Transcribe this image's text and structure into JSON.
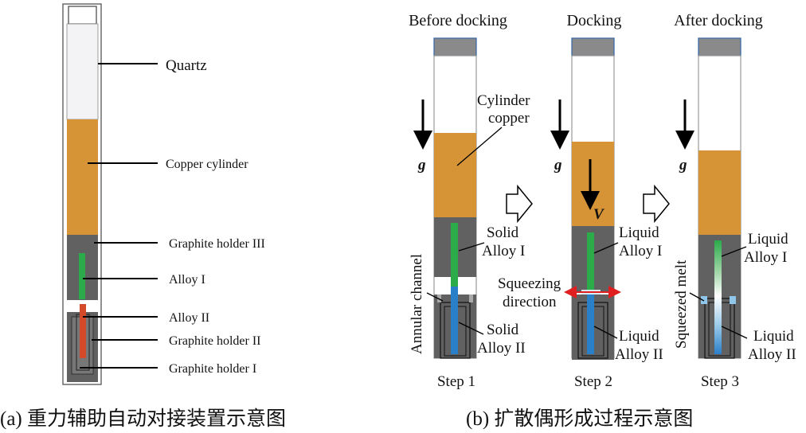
{
  "panel_a": {
    "labels": {
      "quartz": "Quartz",
      "copper_cylinder": "Copper cylinder",
      "graphite_holder_3": "Graphite holder III",
      "alloy_1": "Alloy I",
      "alloy_2": "Alloy II",
      "graphite_holder_2": "Graphite holder II",
      "graphite_holder_1": "Graphite holder I"
    },
    "caption": "(a) 重力辅助自动对接装置示意图"
  },
  "panel_b": {
    "stages": [
      {
        "title": "Before docking",
        "step": "Step 1"
      },
      {
        "title": "Docking",
        "step": "Step 2"
      },
      {
        "title": "After docking",
        "step": "Step 3"
      }
    ],
    "gravity_label": "g",
    "velocity_label": "V",
    "labels": {
      "cylinder_copper_1": "Cylinder",
      "cylinder_copper_2": "copper",
      "annular_channel": "Annular channel",
      "solid_alloy_1_a": "Solid",
      "solid_alloy_1_b": "Alloy I",
      "solid_alloy_2_a": "Solid",
      "solid_alloy_2_b": "Alloy II",
      "liquid_alloy_1_a": "Liquid",
      "liquid_alloy_1_b": "Alloy I",
      "squeezing_a": "Squeezing",
      "squeezing_b": "direction",
      "liquid_alloy_2_a": "Liquid",
      "liquid_alloy_2_b": "Alloy II",
      "liquid_alloy_1_s3_a": "Liquid",
      "liquid_alloy_1_s3_b": "Alloy I",
      "squeezed_melt": "Squeezed melt",
      "liquid_alloy_2_s3_a": "Liquid",
      "liquid_alloy_2_s3_b": "Alloy II"
    },
    "caption": "(b) 扩散偶形成过程示意图"
  },
  "colors": {
    "copper": "#d69436",
    "graphite": "#616161",
    "green": "#2bab4a",
    "blue": "#2a7fc9",
    "red": "#d4492a",
    "cap_top": "#8a8a8a",
    "cap_border": "#3d6aa8"
  }
}
